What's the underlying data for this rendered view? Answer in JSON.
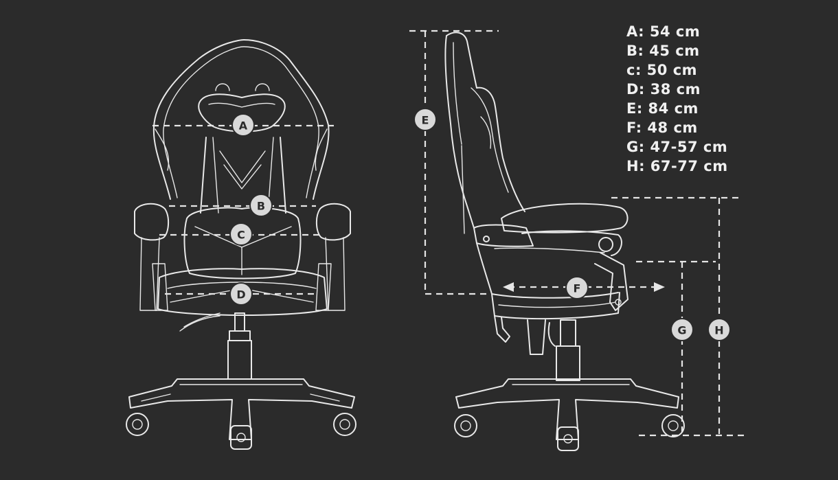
{
  "dimensions": [
    {
      "key": "A",
      "text": "A: 54 cm"
    },
    {
      "key": "B",
      "text": "B: 45 cm"
    },
    {
      "key": "C",
      "text": "c: 50 cm"
    },
    {
      "key": "D",
      "text": "D: 38 cm"
    },
    {
      "key": "E",
      "text": "E: 84 cm"
    },
    {
      "key": "F",
      "text": "F: 48 cm"
    },
    {
      "key": "G",
      "text": "G: 47-57 cm"
    },
    {
      "key": "H",
      "text": "H: 67-77 cm"
    }
  ],
  "badges": {
    "a": "A",
    "b": "B",
    "c": "C",
    "d": "D",
    "e": "E",
    "f": "F",
    "g": "G",
    "h": "H"
  },
  "colors": {
    "background": "#2b2b2b",
    "line": "#e9e9e9",
    "badge": "#d9d9d9"
  }
}
